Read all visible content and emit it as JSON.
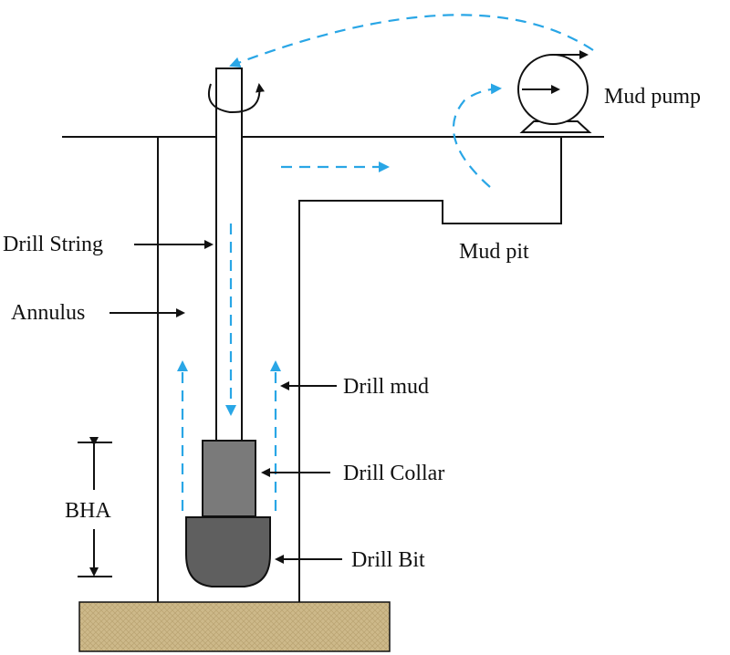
{
  "labels": {
    "mud_pump": "Mud pump",
    "mud_pit": "Mud pit",
    "drill_string": "Drill String",
    "annulus": "Annulus",
    "drill_mud": "Drill mud",
    "drill_collar": "Drill Collar",
    "drill_bit": "Drill Bit",
    "bha": "BHA"
  },
  "colors": {
    "flow": "#29a6e6",
    "collar": "#7a7a7a",
    "bit": "#5f5f5f",
    "ground": "#cdb98a"
  }
}
